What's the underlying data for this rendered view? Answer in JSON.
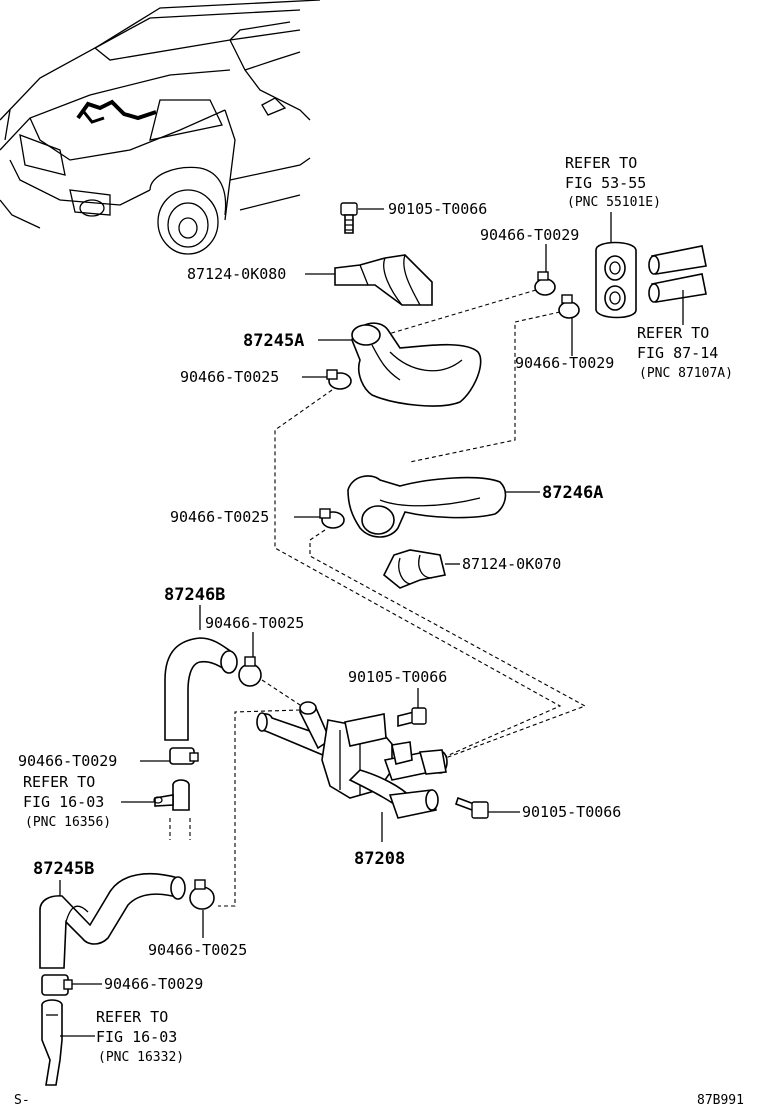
{
  "labels": {
    "refer_53_a": "REFER TO",
    "refer_53_b": "FIG 53-55",
    "refer_53_c": "(PNC 55101E)",
    "bolt_top": "90105-T0066",
    "clamp_0029_a": "90466-T0029",
    "bracket_0k080": "87124-0K080",
    "hose_87245a": "87245A",
    "clamp_0029_b": "90466-T0029",
    "refer_87_a": "REFER TO",
    "refer_87_b": "FIG 87-14",
    "refer_87_c": "(PNC 87107A)",
    "clamp_0025_a": "90466-T0025",
    "hose_87246a": "87246A",
    "clamp_0025_b": "90466-T0025",
    "bracket_0k070": "87124-0K070",
    "hose_87246b": "87246B",
    "clamp_0025_c": "90466-T0025",
    "bolt_mid": "90105-T0066",
    "clamp_0029_c": "90466-T0029",
    "refer_16a_a": "REFER TO",
    "refer_16a_b": "FIG 16-03",
    "refer_16a_c": "(PNC 16356)",
    "bolt_right": "90105-T0066",
    "valve_87208": "87208",
    "hose_87245b": "87245B",
    "clamp_0025_d": "90466-T0025",
    "clamp_0029_d": "90466-T0029",
    "refer_16b_a": "REFER TO",
    "refer_16b_b": "FIG 16-03",
    "refer_16b_c": "(PNC 16332)",
    "corner_left": "S-",
    "corner_right": "87B991"
  },
  "icons": {
    "vehicle": "car-front-icon",
    "bolt": "bolt-icon",
    "clamp": "hose-clamp-icon",
    "hose": "hose-icon",
    "bracket": "bracket-icon",
    "valve": "water-valve-icon"
  },
  "colors": {
    "ink": "#000000",
    "paper": "#ffffff"
  }
}
